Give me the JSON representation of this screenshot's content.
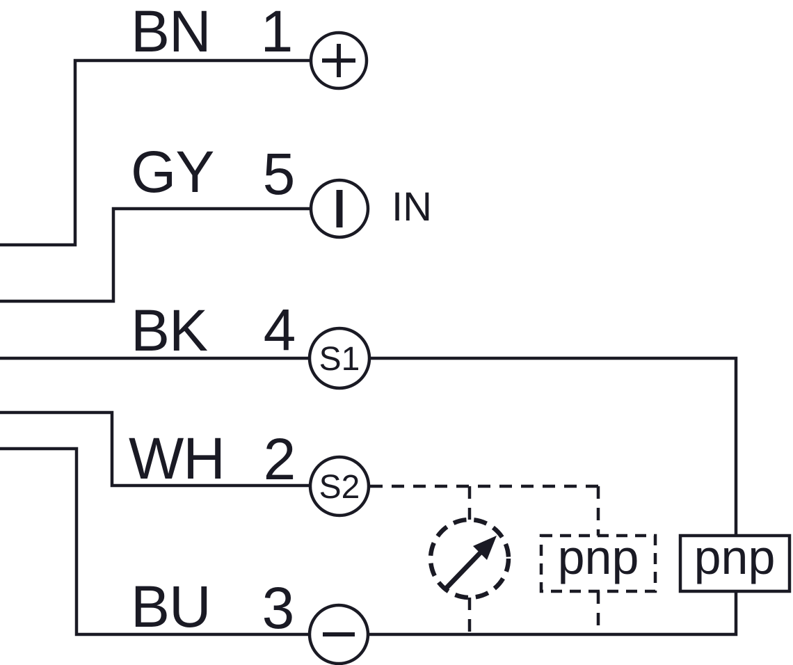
{
  "colors": {
    "ink": "#1a1a24",
    "background": "#ffffff"
  },
  "diagram_type": "sensor-wiring-connection-diagram",
  "rows": [
    {
      "wire": "BN",
      "pin": "1",
      "terminal_icon": "plus-terminal-icon"
    },
    {
      "wire": "GY",
      "pin": "5",
      "terminal_icon": "current-bar-terminal-icon",
      "annotation": "IN"
    },
    {
      "wire": "BK",
      "pin": "4",
      "terminal": "S1"
    },
    {
      "wire": "WH",
      "pin": "2",
      "terminal": "S2"
    },
    {
      "wire": "BU",
      "pin": "3",
      "terminal_icon": "minus-terminal-icon"
    }
  ],
  "blocks": {
    "dashed_pnp_label": "pnp",
    "solid_pnp_label": "pnp"
  },
  "icons": {
    "meter": "analog-meter-icon",
    "plus": "plus-icon",
    "minus": "minus-icon",
    "current_bar": "current-bar-icon"
  }
}
